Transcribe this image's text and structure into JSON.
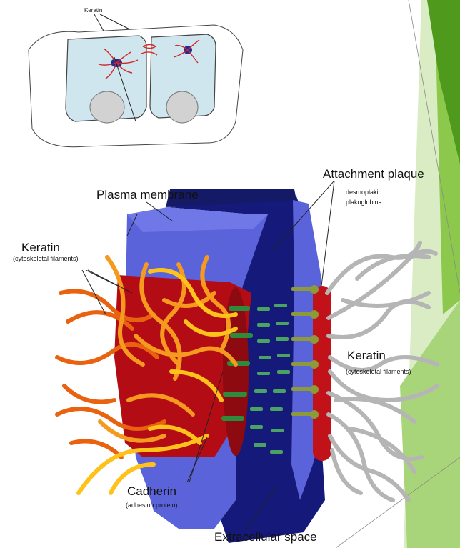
{
  "top_figure": {
    "label": "Keratin"
  },
  "main_figure": {
    "labels": {
      "plasma_membrane": "Plasma membrane",
      "attachment_plaque": "Attachment plaque",
      "desmoplakin": "desmoplakin",
      "plakoglobins": "plakoglobins",
      "keratin_left": "Keratin",
      "keratin_left_sub": "(cytoskeletal filaments)",
      "keratin_right": "Keratin",
      "keratin_right_sub": "(cytoskeletal filaments)",
      "cadherin": "Cadherin",
      "cadherin_sub": "(adhesion protein)",
      "extracellular": "Extracellular space"
    }
  },
  "colors": {
    "slide_green_dark": "#4f9a1c",
    "slide_green_mid": "#7fbf3a",
    "slide_green_light": "#c8e2a6",
    "membrane_blue": "#5a63d9",
    "extracellular_navy": "#151a7a",
    "plaque_red": "#b40c14",
    "cadherin_green": "#2e8b3b",
    "filament_orange": "#f59a1e",
    "filament_gray": "#b5b5b5"
  }
}
